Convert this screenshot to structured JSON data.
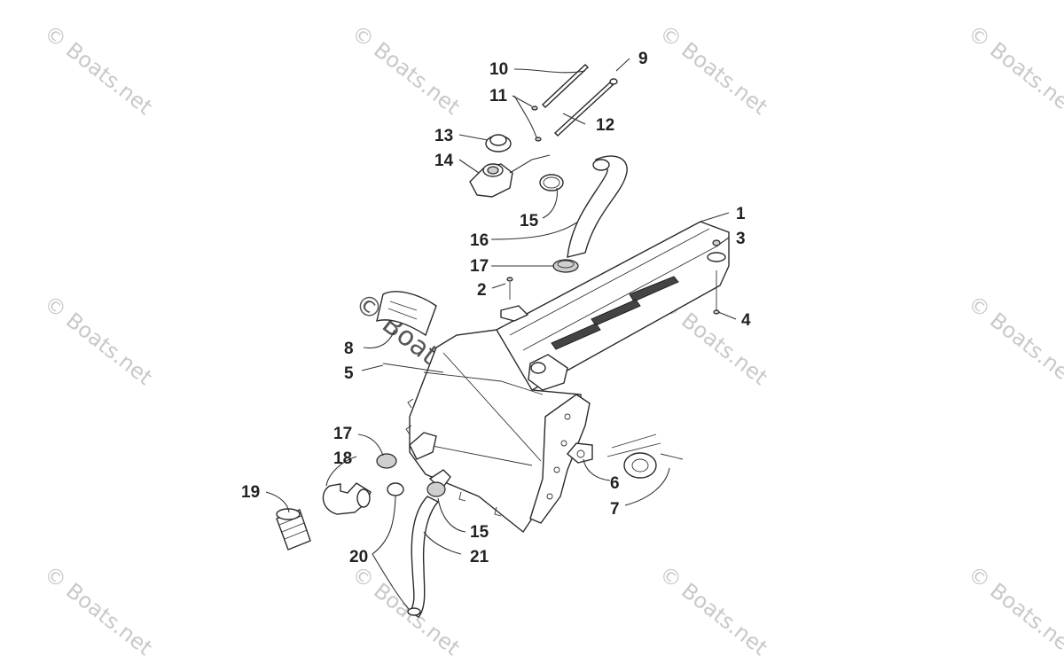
{
  "watermark": {
    "text": "© Boats.net"
  },
  "callouts": [
    {
      "label": "1"
    },
    {
      "label": "2"
    },
    {
      "label": "3"
    },
    {
      "label": "4"
    },
    {
      "label": "5"
    },
    {
      "label": "6"
    },
    {
      "label": "7"
    },
    {
      "label": "8"
    },
    {
      "label": "9"
    },
    {
      "label": "10"
    },
    {
      "label": "11"
    },
    {
      "label": "12"
    },
    {
      "label": "13"
    },
    {
      "label": "14"
    },
    {
      "label": "15"
    },
    {
      "label": "15"
    },
    {
      "label": "16"
    },
    {
      "label": "17"
    },
    {
      "label": "17"
    },
    {
      "label": "18"
    },
    {
      "label": "19"
    },
    {
      "label": "20"
    },
    {
      "label": "21"
    }
  ],
  "colors": {
    "line": "#2a2a2a",
    "watermark": "#c9c9c9"
  }
}
